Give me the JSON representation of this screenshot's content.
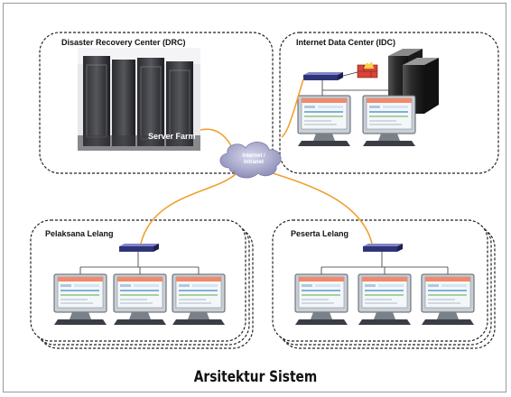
{
  "zones": {
    "drc": "Disaster Recovery Center (DRC)",
    "idc": "Internet Data Center (IDC)",
    "pelaksana": "Pelaksana Lelang",
    "peserta": "Peserta Lelang"
  },
  "server_farm_label": "Server Farm",
  "cloud_label": "Internet /\nIntranet",
  "diagram_title": "Arsitektur Sistem",
  "colors": {
    "link": "#f0a030",
    "dashed_border": "#222222",
    "switch": "#3a3f8a",
    "cloud": "#b8b8d8",
    "screen": "#dde6ef"
  },
  "icons": [
    "server-farm-photo",
    "switch-icon",
    "firewall-icon",
    "server-tower-icon",
    "monitor-icon",
    "cloud-icon"
  ]
}
